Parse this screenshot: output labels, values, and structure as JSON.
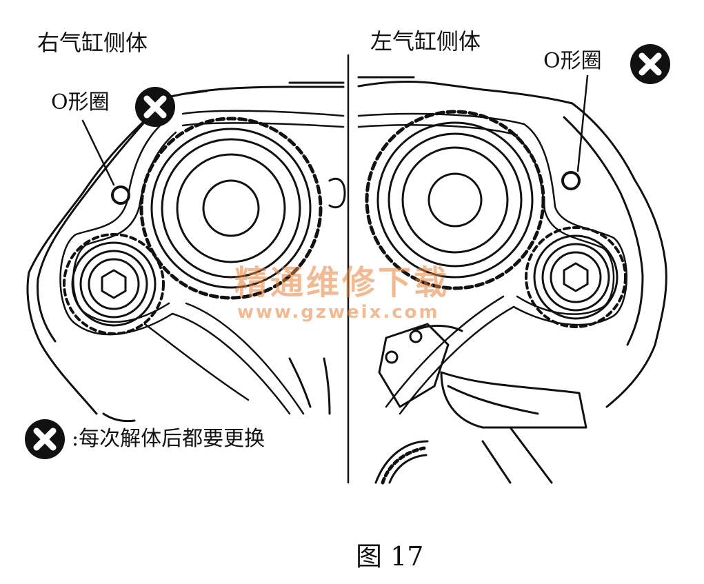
{
  "labels": {
    "right_bank": "右气缸侧体",
    "left_bank": "左气缸侧体",
    "o_ring_right": "O形圈",
    "o_ring_left": "O形圈",
    "legend_text": ":每次解体后都要更换"
  },
  "watermark": {
    "cn": "精通维修下载",
    "url": "www.gzweix.com",
    "color": "#e8833a"
  },
  "caption": "图 17",
  "icons": {
    "replace_badge": "x-circle-icon"
  },
  "colors": {
    "line": "#111111",
    "background": "#ffffff"
  }
}
